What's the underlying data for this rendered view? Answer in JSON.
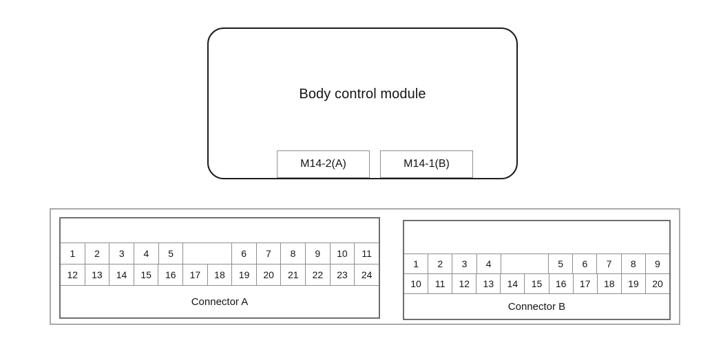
{
  "module": {
    "title": "Body control module",
    "ports": [
      {
        "name": "port-a",
        "label": "M14-2(A)"
      },
      {
        "name": "port-b",
        "label": "M14-1(B)"
      }
    ]
  },
  "connectors": [
    {
      "id": "a",
      "caption": "Connector A",
      "columns": 12,
      "top_row": [
        "1",
        "2",
        "3",
        "4",
        "5",
        "",
        "6",
        "7",
        "8",
        "9",
        "10",
        "11"
      ],
      "top_row_spans": [
        1,
        1,
        1,
        1,
        1,
        2,
        1,
        1,
        1,
        1,
        1,
        1
      ],
      "bottom_row": [
        "12",
        "13",
        "14",
        "15",
        "16",
        "17",
        "18",
        "19",
        "20",
        "21",
        "22",
        "23",
        "24"
      ],
      "bottom_row_count": 13
    },
    {
      "id": "b",
      "caption": "Connector B",
      "columns": 10,
      "top_row": [
        "1",
        "2",
        "3",
        "4",
        "",
        "5",
        "6",
        "7",
        "8",
        "9"
      ],
      "top_row_spans": [
        1,
        1,
        1,
        1,
        2,
        1,
        1,
        1,
        1,
        1
      ],
      "bottom_row": [
        "10",
        "11",
        "12",
        "13",
        "14",
        "15",
        "16",
        "17",
        "18",
        "19",
        "20"
      ],
      "bottom_row_count": 11
    }
  ],
  "colors": {
    "outline": "#1b1b1b",
    "panel_border": "#a9a9a9",
    "table_border": "#6e6e6e",
    "cell_border": "#8d8d8d",
    "background": "#ffffff",
    "text": "#141414"
  }
}
